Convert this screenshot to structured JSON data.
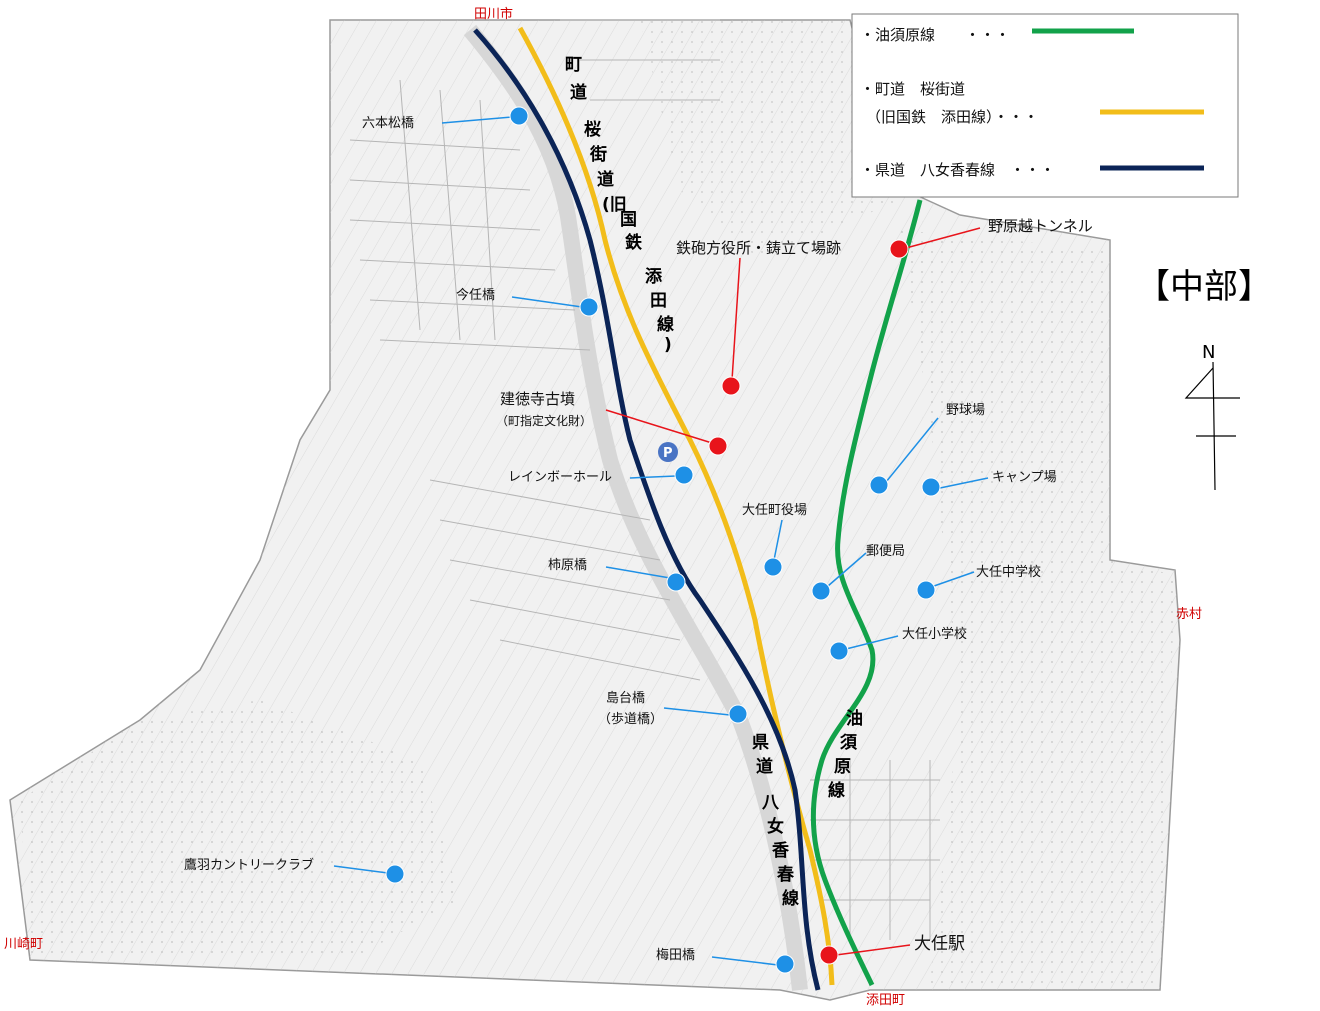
{
  "legend": {
    "items": [
      {
        "label": "・油須原線　　・・・",
        "color": "#12a24a"
      },
      {
        "label": "・町道　桜街道",
        "label2": "（旧国鉄　添田線）・・・",
        "color": "#f2bd1a"
      },
      {
        "label": "・県道　八女香春線　・・・",
        "color": "#0b2457"
      }
    ]
  },
  "region_title": "【中部】",
  "north_mark": "N",
  "towns": {
    "north": "田川市",
    "east": "赤村",
    "west": "川崎町",
    "south": "添田町"
  },
  "places": {
    "roppommatsu": "六本松橋",
    "imato": "今任橋",
    "kentokuji": "建徳寺古墳",
    "kentokuji_note": "（町指定文化財）",
    "teppo": "鉄砲方役所・鋳立て場跡",
    "nobaru_tunnel": "野原越トンネル",
    "rainbow": "レインボーホール",
    "parking": "P",
    "baseball": "野球場",
    "camp": "キャンプ場",
    "town_hall": "大任町役場",
    "post_office": "郵便局",
    "jhs": "大任中学校",
    "kakihara": "柿原橋",
    "elem": "大任小学校",
    "shimadai": "島台橋",
    "shimadai_note": "（歩道橋）",
    "country_club": "鷹羽カントリークラブ",
    "umeda": "梅田橋",
    "station": "大任駅"
  },
  "road_labels": {
    "town_road": [
      "町",
      "道",
      "桜",
      "街",
      "道",
      "(旧",
      "国",
      "鉄",
      "添",
      "田",
      "線",
      ")"
    ],
    "pref_road": [
      "県",
      "道",
      "八",
      "女",
      "香",
      "春",
      "線"
    ],
    "yusubaru": [
      "油",
      "須",
      "原",
      "線"
    ]
  },
  "colors": {
    "green_line": "#12a24a",
    "yellow_line": "#f2bd1a",
    "navy_line": "#0b2457",
    "blue_marker": "#1e90e6",
    "red_marker": "#e8141b",
    "town_text": "#d00000",
    "parking": "#4a74c4"
  },
  "icons": {
    "parking": "parking-icon",
    "north_arrow": "north-arrow-icon"
  }
}
